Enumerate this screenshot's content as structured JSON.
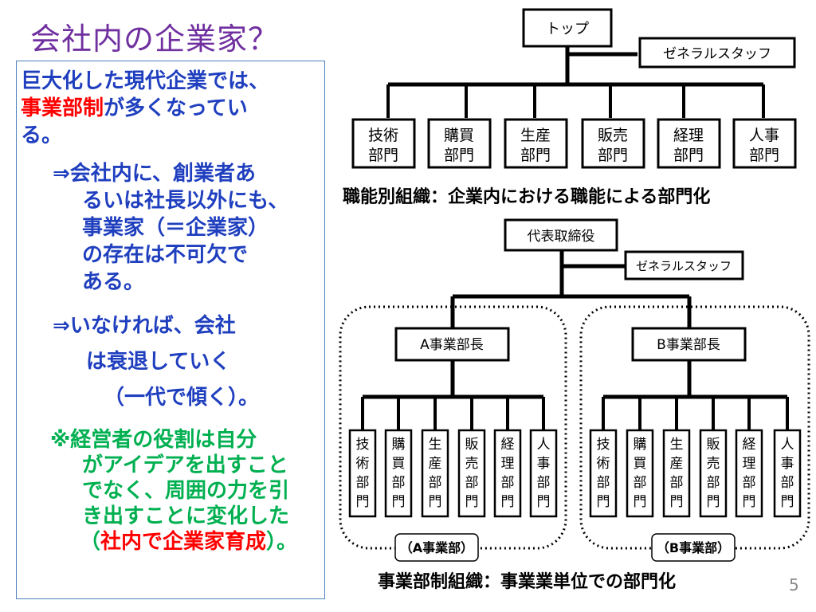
{
  "slide": {
    "title": "会社内の企業家？",
    "page_number": "5"
  },
  "text": {
    "line1": "巨大化した現代企業では、",
    "line2_red": "事業部制",
    "line2_rest": "が多くなってい",
    "line3": "る。",
    "arrow1_l1": "⇒会社内に、創業者あ",
    "arrow1_l2": "るいは社長以外にも、",
    "arrow1_l3": "事業家（＝企業家）",
    "arrow1_l4": "の存在は不可欠で",
    "arrow1_l5": "ある。",
    "arrow2_l1": "⇒いなければ、会社",
    "arrow2_l2": "は衰退していく",
    "arrow2_l3": "（一代で傾く）。",
    "note_l1": "※経営者の役割は自分",
    "note_l2": "がアイデアを出すこと",
    "note_l3": "でなく、周囲の力を引",
    "note_l4": "き出すことに変化した",
    "note_l5_open": "（",
    "note_l5_red": "社内で企業家育成",
    "note_l5_close": "）。"
  },
  "org_functional": {
    "top": "トップ",
    "staff": "ゼネラルスタッフ",
    "departments": [
      {
        "l1": "技術",
        "l2": "部門"
      },
      {
        "l1": "購買",
        "l2": "部門"
      },
      {
        "l1": "生産",
        "l2": "部門"
      },
      {
        "l1": "販売",
        "l2": "部門"
      },
      {
        "l1": "経理",
        "l2": "部門"
      },
      {
        "l1": "人事",
        "l2": "部門"
      }
    ],
    "caption": "職能別組織：企業内における職能による部門化"
  },
  "org_divisional": {
    "top": "代表取締役",
    "staff": "ゼネラルスタッフ",
    "division_a_head": "A事業部長",
    "division_b_head": "B事業部長",
    "division_a_label": "（A事業部）",
    "division_b_label": "（B事業部）",
    "departments": [
      "技術部門",
      "購買部門",
      "生産部門",
      "販売部門",
      "経理部門",
      "人事部門"
    ],
    "caption": "事業部制組織：事業業単位での部門化"
  }
}
